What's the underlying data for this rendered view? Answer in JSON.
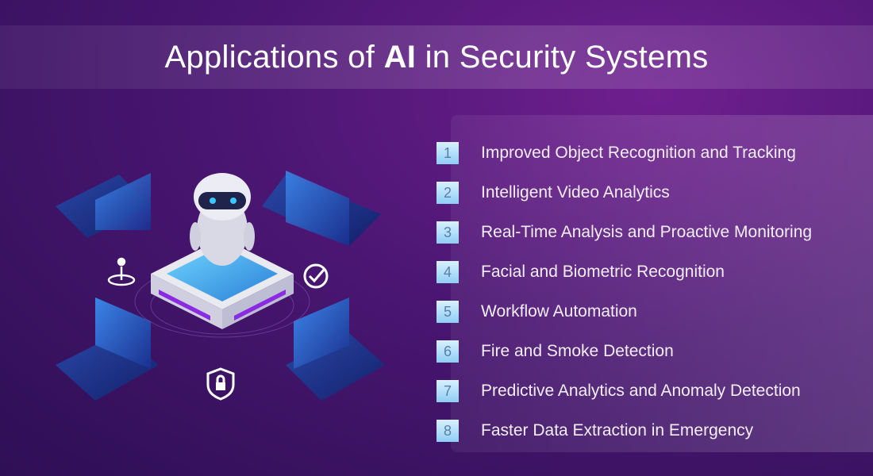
{
  "title": {
    "prefix": "Applications of ",
    "emphasis": "AI",
    "suffix": " in Security Systems"
  },
  "items": [
    {
      "num": "1",
      "label": "Improved Object Recognition and Tracking"
    },
    {
      "num": "2",
      "label": "Intelligent Video Analytics"
    },
    {
      "num": "3",
      "label": "Real-Time Analysis and Proactive Monitoring"
    },
    {
      "num": "4",
      "label": "Facial and Biometric Recognition"
    },
    {
      "num": "5",
      "label": "Workflow Automation"
    },
    {
      "num": "6",
      "label": "Fire and Smoke Detection"
    },
    {
      "num": "7",
      "label": "Predictive Analytics and Anomaly Detection"
    },
    {
      "num": "8",
      "label": "Faster Data Extraction in Emergency"
    }
  ],
  "colors": {
    "background": "#4a1672",
    "badge": "#bfe6ff",
    "badge_text": "#5a7fa6",
    "screen": "#2d63c8",
    "accent_purple": "#8a2be2"
  },
  "icons": [
    "robot-icon",
    "user-location-icon",
    "check-circle-icon",
    "shield-lock-icon",
    "laptop-icon"
  ]
}
